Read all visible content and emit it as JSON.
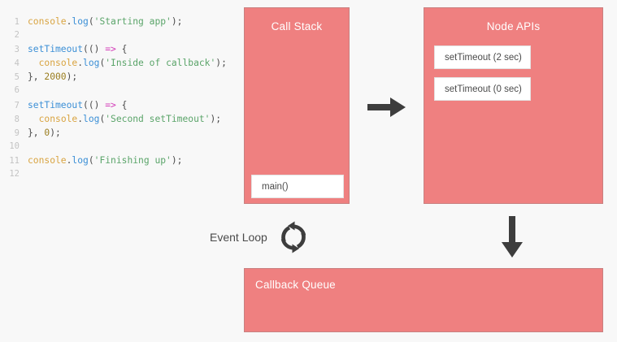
{
  "background_color": "#f8f8f8",
  "accent_color": "#ef8080",
  "editor": {
    "name": "javascript-code-editor",
    "line_numbers": [
      "1",
      "2",
      "3",
      "4",
      "5",
      "6",
      "7",
      "8",
      "9",
      "10",
      "11",
      "12"
    ],
    "lines": [
      {
        "n": "1",
        "tokens": [
          {
            "t": "console",
            "c": "tok-obj"
          },
          {
            "t": ".",
            "c": "tok-punct"
          },
          {
            "t": "log",
            "c": "tok-prop"
          },
          {
            "t": "(",
            "c": "tok-punct"
          },
          {
            "t": "'Starting app'",
            "c": "tok-str"
          },
          {
            "t": ");",
            "c": "tok-punct"
          }
        ]
      },
      {
        "n": "2",
        "tokens": []
      },
      {
        "n": "3",
        "tokens": [
          {
            "t": "setTimeout",
            "c": "tok-prop"
          },
          {
            "t": "(()",
            "c": "tok-punct"
          },
          {
            "t": " ",
            "c": "tok-plain"
          },
          {
            "t": "=>",
            "c": "tok-arrow"
          },
          {
            "t": " {",
            "c": "tok-punct"
          }
        ]
      },
      {
        "n": "4",
        "tokens": [
          {
            "t": "  ",
            "c": "tok-plain"
          },
          {
            "t": "console",
            "c": "tok-obj"
          },
          {
            "t": ".",
            "c": "tok-punct"
          },
          {
            "t": "log",
            "c": "tok-prop"
          },
          {
            "t": "(",
            "c": "tok-punct"
          },
          {
            "t": "'Inside of callback'",
            "c": "tok-str"
          },
          {
            "t": ");",
            "c": "tok-punct"
          }
        ]
      },
      {
        "n": "5",
        "tokens": [
          {
            "t": "}, ",
            "c": "tok-punct"
          },
          {
            "t": "2000",
            "c": "tok-num"
          },
          {
            "t": ");",
            "c": "tok-punct"
          }
        ]
      },
      {
        "n": "6",
        "tokens": []
      },
      {
        "n": "7",
        "tokens": [
          {
            "t": "setTimeout",
            "c": "tok-prop"
          },
          {
            "t": "(()",
            "c": "tok-punct"
          },
          {
            "t": " ",
            "c": "tok-plain"
          },
          {
            "t": "=>",
            "c": "tok-arrow"
          },
          {
            "t": " {",
            "c": "tok-punct"
          }
        ]
      },
      {
        "n": "8",
        "tokens": [
          {
            "t": "  ",
            "c": "tok-plain"
          },
          {
            "t": "console",
            "c": "tok-obj"
          },
          {
            "t": ".",
            "c": "tok-punct"
          },
          {
            "t": "log",
            "c": "tok-prop"
          },
          {
            "t": "(",
            "c": "tok-punct"
          },
          {
            "t": "'Second setTimeout'",
            "c": "tok-str"
          },
          {
            "t": ");",
            "c": "tok-punct"
          }
        ]
      },
      {
        "n": "9",
        "tokens": [
          {
            "t": "}, ",
            "c": "tok-punct"
          },
          {
            "t": "0",
            "c": "tok-num"
          },
          {
            "t": ");",
            "c": "tok-punct"
          }
        ]
      },
      {
        "n": "10",
        "tokens": []
      },
      {
        "n": "11",
        "tokens": [
          {
            "t": "console",
            "c": "tok-obj"
          },
          {
            "t": ".",
            "c": "tok-punct"
          },
          {
            "t": "log",
            "c": "tok-prop"
          },
          {
            "t": "(",
            "c": "tok-punct"
          },
          {
            "t": "'Finishing up'",
            "c": "tok-str"
          },
          {
            "t": ");",
            "c": "tok-punct"
          }
        ]
      },
      {
        "n": "12",
        "tokens": []
      }
    ],
    "plain_source": "console.log('Starting app');\n\nsetTimeout(() => {\n  console.log('Inside of callback');\n}, 2000);\n\nsetTimeout(() => {\n  console.log('Second setTimeout');\n}, 0);\n\nconsole.log('Finishing up');\n"
  },
  "diagram": {
    "call_stack": {
      "title": "Call Stack",
      "frames": [
        "main()"
      ]
    },
    "node_apis": {
      "title": "Node APIs",
      "items": [
        "setTimeout (2 sec)",
        "setTimeout (0 sec)"
      ]
    },
    "callback_queue": {
      "title": "Callback Queue",
      "items": []
    },
    "event_loop": {
      "label": "Event Loop",
      "icon": "loop-refresh-icon"
    },
    "arrows": [
      {
        "name": "arrow-call-stack-to-node-apis",
        "direction": "right"
      },
      {
        "name": "arrow-node-apis-to-callback-queue",
        "direction": "down"
      }
    ]
  }
}
